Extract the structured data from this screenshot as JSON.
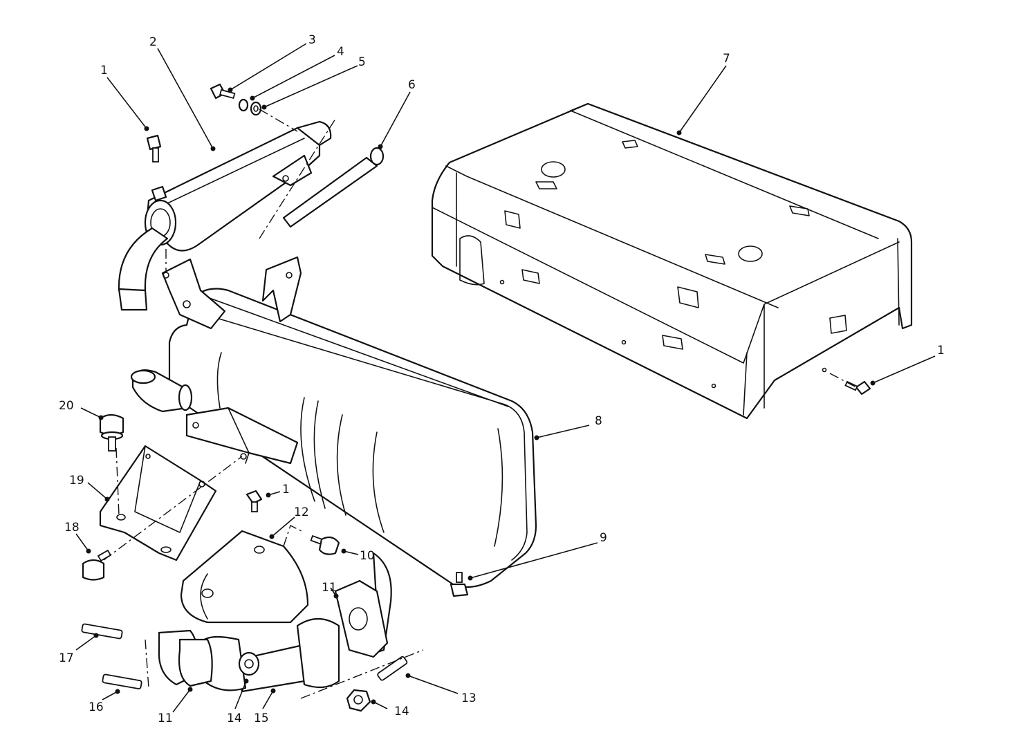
{
  "callouts": [
    {
      "id": "c1a",
      "text": "1"
    },
    {
      "id": "c2",
      "text": "2"
    },
    {
      "id": "c3",
      "text": "3"
    },
    {
      "id": "c4",
      "text": "4"
    },
    {
      "id": "c5",
      "text": "5"
    },
    {
      "id": "c6",
      "text": "6"
    },
    {
      "id": "c7",
      "text": "7"
    },
    {
      "id": "c1b",
      "text": "1"
    },
    {
      "id": "c8",
      "text": "8"
    },
    {
      "id": "c20",
      "text": "20"
    },
    {
      "id": "c19",
      "text": "19"
    },
    {
      "id": "c1c",
      "text": "1"
    },
    {
      "id": "c12",
      "text": "12"
    },
    {
      "id": "c10",
      "text": "10"
    },
    {
      "id": "c9",
      "text": "9"
    },
    {
      "id": "c18",
      "text": "18"
    },
    {
      "id": "c11a",
      "text": "11"
    },
    {
      "id": "c17",
      "text": "17"
    },
    {
      "id": "c13",
      "text": "13"
    },
    {
      "id": "c16",
      "text": "16"
    },
    {
      "id": "c11b",
      "text": "11"
    },
    {
      "id": "c14a",
      "text": "14"
    },
    {
      "id": "c15",
      "text": "15"
    },
    {
      "id": "c14b",
      "text": "14"
    }
  ]
}
